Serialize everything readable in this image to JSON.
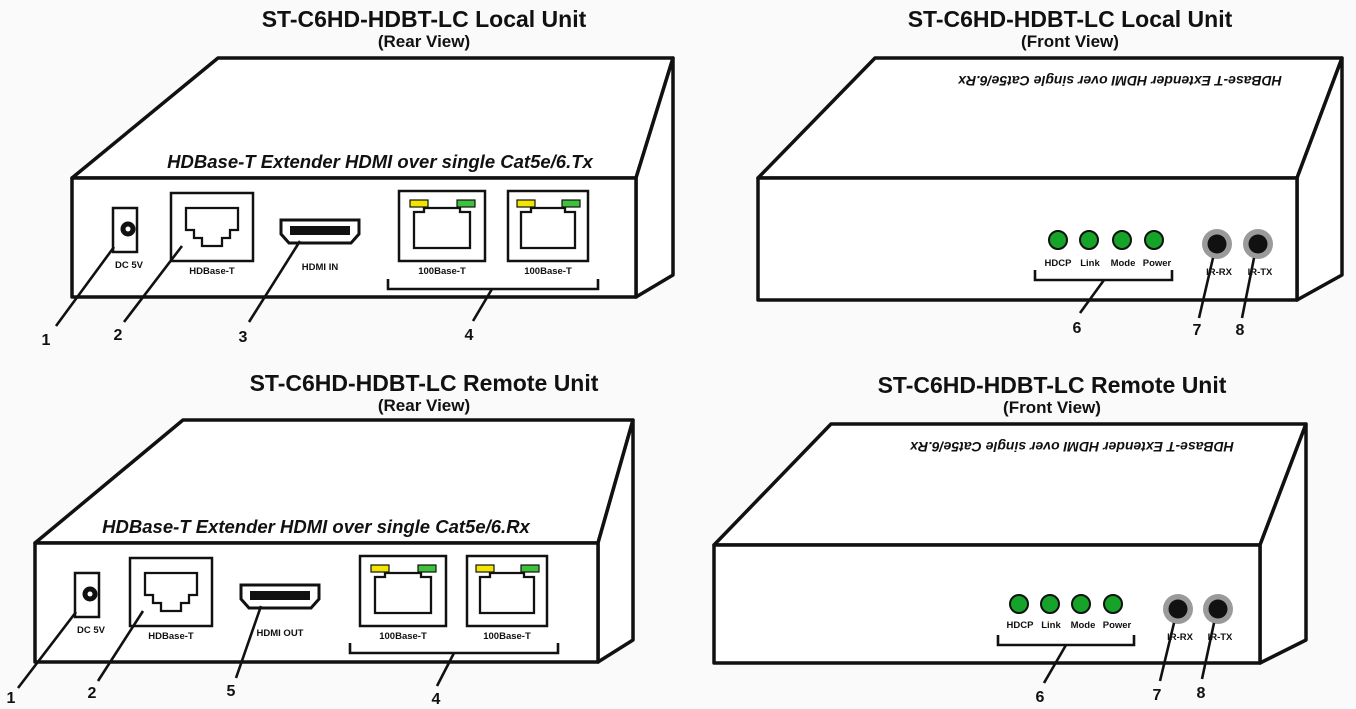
{
  "local_rear": {
    "title": "ST-C6HD-HDBT-LC Local Unit",
    "subtitle": "(Rear View)",
    "top_caption": "HDBase-T Extender HDMI over single Cat5e/6.Tx",
    "ports": {
      "dc": "DC 5V",
      "hdbaset": "HDBase-T",
      "hdmi": "HDMI IN",
      "eth1": "100Base-T",
      "eth2": "100Base-T"
    },
    "callouts": [
      "1",
      "2",
      "3",
      "4"
    ]
  },
  "local_front": {
    "title": "ST-C6HD-HDBT-LC Local Unit",
    "subtitle": "(Front View)",
    "top_caption": "HDBase-T Extender HDMI over single Cat5e/6.Rx",
    "leds": [
      "HDCP",
      "Link",
      "Mode",
      "Power"
    ],
    "ir": [
      "IR-RX",
      "IR-TX"
    ],
    "callouts": [
      "6",
      "7",
      "8"
    ]
  },
  "remote_rear": {
    "title": "ST-C6HD-HDBT-LC Remote Unit",
    "subtitle": "(Rear View)",
    "top_caption": "HDBase-T Extender HDMI over single Cat5e/6.Rx",
    "ports": {
      "dc": "DC 5V",
      "hdbaset": "HDBase-T",
      "hdmi": "HDMI OUT",
      "eth1": "100Base-T",
      "eth2": "100Base-T"
    },
    "callouts": [
      "1",
      "2",
      "5",
      "4"
    ]
  },
  "remote_front": {
    "title": "ST-C6HD-HDBT-LC Remote Unit",
    "subtitle": "(Front View)",
    "top_caption": "HDBase-T Extender HDMI over single Cat5e/6.Rx",
    "leds": [
      "HDCP",
      "Link",
      "Mode",
      "Power"
    ],
    "ir": [
      "IR-RX",
      "IR-TX"
    ],
    "callouts": [
      "6",
      "7",
      "8"
    ]
  },
  "colors": {
    "led_green": "#15a32a",
    "rj45_yellow": "#f2e600",
    "rj45_green": "#3fc13b",
    "ir_ring": "#9a9a9a"
  }
}
